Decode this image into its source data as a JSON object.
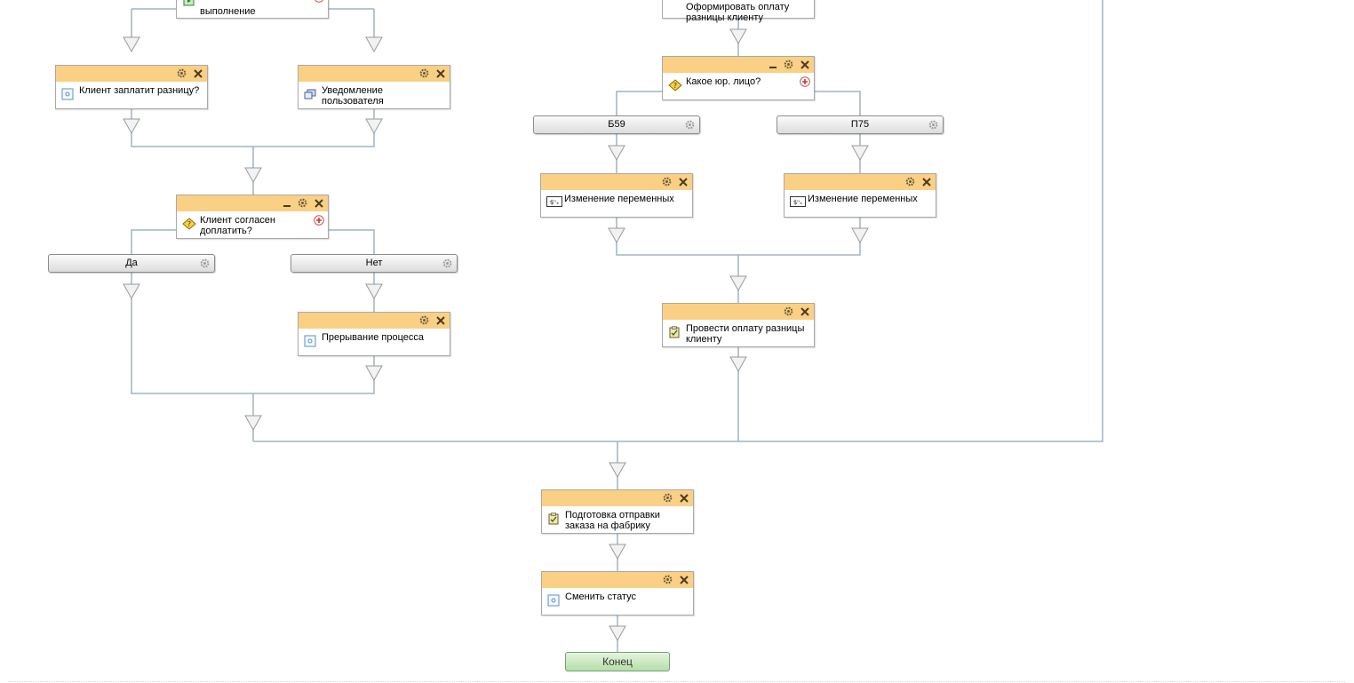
{
  "nodes": [
    {
      "id": "vypolnenie",
      "label": "выполнение",
      "type": "process-start",
      "tools": [
        "plus"
      ]
    },
    {
      "id": "oplata-top",
      "label": "Оформировать оплату разницы клиенту",
      "type": "task",
      "tools": []
    },
    {
      "id": "client-pays",
      "label": "Клиент заплатит разницу?",
      "type": "script",
      "tools": [
        "gear",
        "close"
      ]
    },
    {
      "id": "notify",
      "label": "Уведомление пользователя",
      "type": "notify",
      "tools": [
        "gear",
        "close"
      ]
    },
    {
      "id": "legal-entity",
      "label": "Какое юр. лицо?",
      "type": "decision",
      "tools": [
        "minimize",
        "gear",
        "close"
      ]
    },
    {
      "id": "client-agrees",
      "label": "Клиент согласен доплатить?",
      "type": "decision",
      "tools": [
        "minimize",
        "gear",
        "close"
      ]
    },
    {
      "id": "var-change-1",
      "label": "Изменение переменных",
      "type": "variables",
      "tools": [
        "gear",
        "close"
      ]
    },
    {
      "id": "var-change-2",
      "label": "Изменение переменных",
      "type": "variables",
      "tools": [
        "gear",
        "close"
      ]
    },
    {
      "id": "interrupt",
      "label": "Прерывание процесса",
      "type": "script",
      "tools": [
        "gear",
        "close"
      ]
    },
    {
      "id": "pay-diff",
      "label": "Провести оплату разницы клиенту",
      "type": "task",
      "tools": [
        "gear",
        "close"
      ]
    },
    {
      "id": "prepare-order",
      "label": "Подготовка отправки заказа на фабрику",
      "type": "task",
      "tools": [
        "gear",
        "close"
      ]
    },
    {
      "id": "change-status",
      "label": "Сменить статус",
      "type": "script",
      "tools": [
        "gear",
        "close"
      ]
    }
  ],
  "branches": [
    {
      "id": "b59",
      "label": "Б59"
    },
    {
      "id": "p75",
      "label": "П75"
    },
    {
      "id": "yes",
      "label": "Да"
    },
    {
      "id": "no",
      "label": "Нет"
    }
  ],
  "end": {
    "label": "Конец"
  },
  "colors": {
    "header": "#f9d084",
    "connector": "#9eb3c8",
    "arrow_fill": "#f2f2f2",
    "arrow_stroke": "#9a9a9a",
    "end_fill": "#c9eabc"
  },
  "icons": {
    "gear": "gear-icon",
    "close": "close-icon",
    "minimize": "minimize-icon",
    "plus": "plus-circle-icon",
    "script": "script-icon",
    "task": "clipboard-icon",
    "decision": "decision-icon",
    "notify": "notification-icon",
    "variables": "variables-icon",
    "process-start": "process-start-icon"
  }
}
